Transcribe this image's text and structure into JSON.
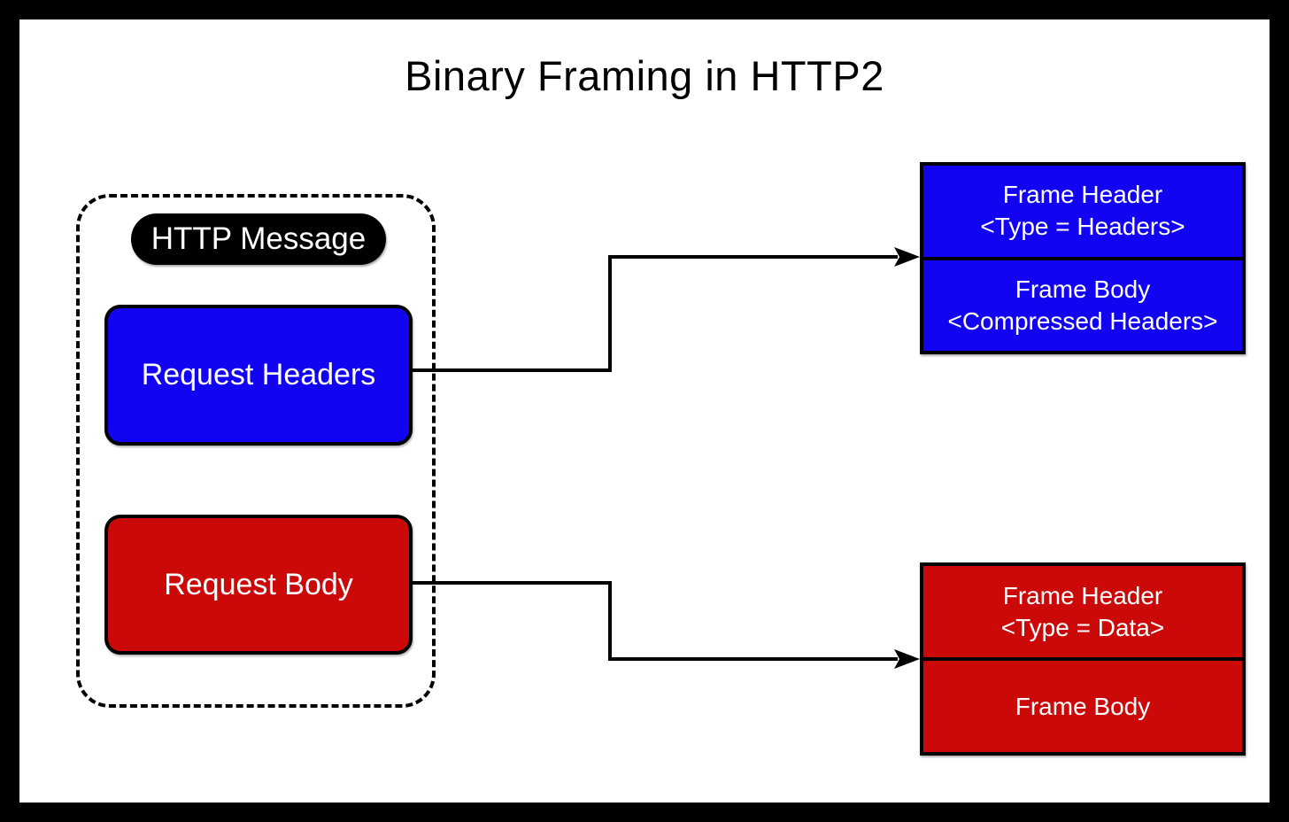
{
  "title": "Binary Framing in HTTP2",
  "colors": {
    "ink": "#000000",
    "paper": "#ffffff",
    "blue": "#1203f0",
    "red": "#cc0909",
    "text-light": "#ffffff"
  },
  "message_group": {
    "badge": "HTTP Message",
    "request_headers_label": "Request Headers",
    "request_body_label": "Request Body"
  },
  "frames": {
    "headers_frame": {
      "header": [
        "Frame Header",
        "<Type = Headers>"
      ],
      "body": [
        "Frame Body",
        "<Compressed Headers>"
      ]
    },
    "data_frame": {
      "header": [
        "Frame Header",
        "<Type = Data>"
      ],
      "body": [
        "Frame Body"
      ]
    }
  }
}
